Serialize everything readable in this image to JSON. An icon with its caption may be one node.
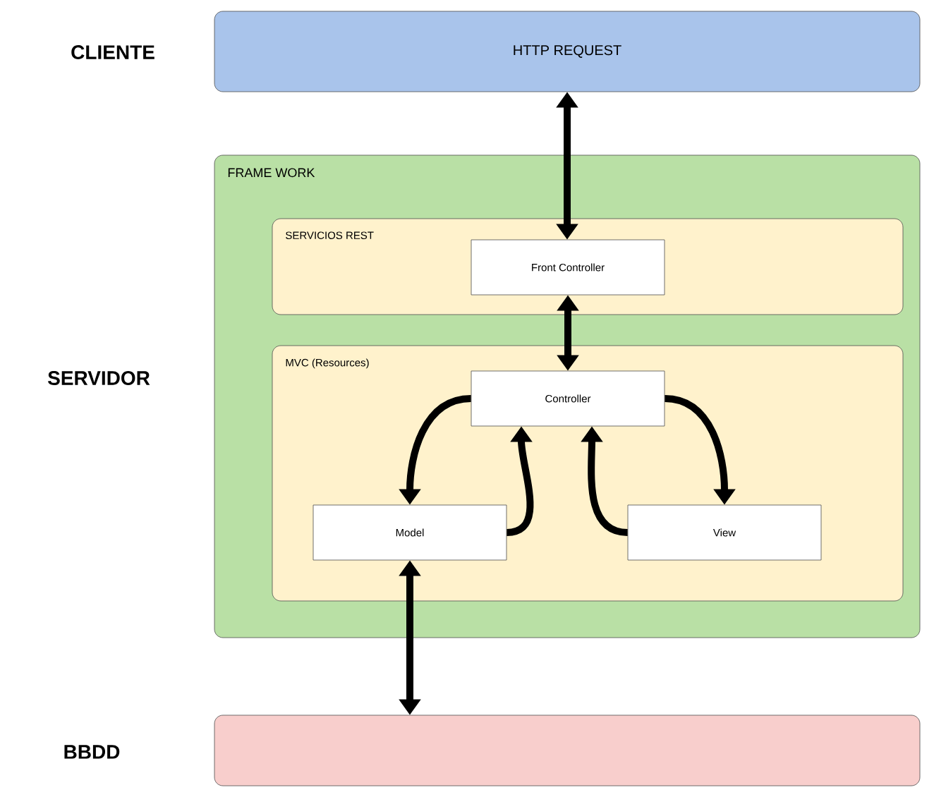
{
  "diagram": {
    "nodes": [
      {
        "text": [
          "HTTP REQUEST"
        ]
      },
      {
        "text": [
          "FRAME WORK"
        ]
      },
      {
        "text": [
          "SERVICIOS REST"
        ],
        "in": 1
      },
      {
        "text": [
          "Front Controller"
        ],
        "in": 2
      },
      {
        "text": [
          "MVC (Resources)"
        ],
        "in": 1
      },
      {
        "text": [
          "Controller"
        ],
        "in": 4
      },
      {
        "text": [
          "Model"
        ],
        "in": 4
      },
      {
        "text": [
          "View"
        ],
        "in": 4
      },
      {
        "text": [],
        "shape": "box"
      }
    ],
    "edges": [
      {
        "from": 0,
        "to": 3,
        "arrow": "both"
      },
      {
        "from": 3,
        "to": 5,
        "arrow": "both"
      },
      {
        "from": 5,
        "to": 6,
        "arrow": "to"
      },
      {
        "from": 6,
        "to": 5,
        "arrow": "to"
      },
      {
        "from": 7,
        "to": 5,
        "arrow": "to"
      },
      {
        "from": 5,
        "to": 7,
        "arrow": "to"
      },
      {
        "from": 6,
        "to": 8,
        "arrow": "both"
      }
    ],
    "labels": [
      "CLIENTE",
      "SERVIDOR",
      "BBDD"
    ]
  }
}
